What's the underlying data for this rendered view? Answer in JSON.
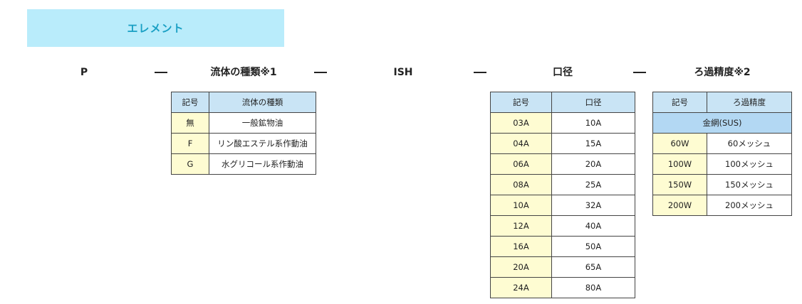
{
  "title": "エレメント",
  "code_segments": [
    {
      "label": "P"
    },
    {
      "label": "流体の種類※1"
    },
    {
      "label": "ISH"
    },
    {
      "label": "口径"
    },
    {
      "label": "ろ過精度※2"
    }
  ],
  "fluid_table": {
    "headers": [
      "記号",
      "流体の種類"
    ],
    "rows": [
      [
        "無",
        "一般鉱物油"
      ],
      [
        "F",
        "リン酸エステル系作動油"
      ],
      [
        "G",
        "水グリコール系作動油"
      ]
    ]
  },
  "bore_table": {
    "headers": [
      "記号",
      "口径"
    ],
    "rows": [
      [
        "03A",
        "10A"
      ],
      [
        "04A",
        "15A"
      ],
      [
        "06A",
        "20A"
      ],
      [
        "08A",
        "25A"
      ],
      [
        "10A",
        "32A"
      ],
      [
        "12A",
        "40A"
      ],
      [
        "16A",
        "50A"
      ],
      [
        "20A",
        "65A"
      ],
      [
        "24A",
        "80A"
      ]
    ]
  },
  "filter_table": {
    "headers": [
      "記号",
      "ろ過精度"
    ],
    "group_label": "金網(SUS)",
    "rows": [
      [
        "60W",
        "60メッシュ"
      ],
      [
        "100W",
        "100メッシュ"
      ],
      [
        "150W",
        "150メッシュ"
      ],
      [
        "200W",
        "200メッシュ"
      ]
    ]
  }
}
